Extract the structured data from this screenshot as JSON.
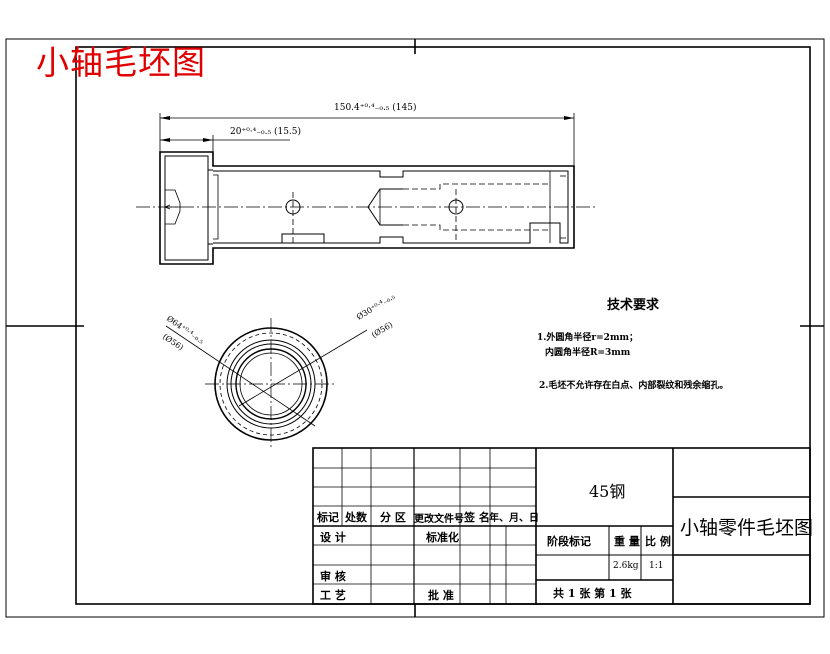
{
  "title": "小轴毛坯图",
  "drawing": {
    "dim_total": "150.4⁺⁰·⁴₋₀.₅ (145)",
    "dim_step": "20⁺⁰·⁴₋₀.₅ (15.5)",
    "dia_outer": "Ø64⁺⁰·⁴₋₀.₅",
    "dia_outer_ref": "(Ø56)",
    "dia_inner": "Ø30⁺⁰·⁴₋₀.₅",
    "dia_inner_ref": "(Ø56)"
  },
  "tech": {
    "heading": "技术要求",
    "line1": "1.外圆角半径r=2mm；",
    "line2": "内圆角半径R=3mm",
    "line3": "2.毛坯不允许存在白点、内部裂纹和残余缩孔。"
  },
  "title_block": {
    "material": "45钢",
    "part_name": "小轴零件毛坯图",
    "h_mark": "标记",
    "h_count": "处数",
    "h_zone": "分 区",
    "h_docno": "更改文件号",
    "h_sign": "签 名",
    "h_date": "年、月、日",
    "design": "设 计",
    "standard": "标准化",
    "review": "审 核",
    "process": "工 艺",
    "approve": "批 准",
    "stage_mark": "阶段标记",
    "weight": "重 量",
    "scale": "比 例",
    "weight_val": "2.6kg",
    "scale_val": "1:1",
    "sheets": "共 1   张   第   1 张"
  }
}
